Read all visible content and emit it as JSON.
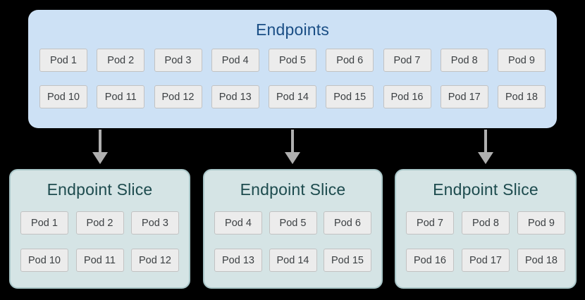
{
  "endpoints": {
    "title": "Endpoints",
    "pods": [
      "Pod 1",
      "Pod 2",
      "Pod 3",
      "Pod 4",
      "Pod 5",
      "Pod 6",
      "Pod 7",
      "Pod 8",
      "Pod 9",
      "Pod 10",
      "Pod 11",
      "Pod 12",
      "Pod 13",
      "Pod 14",
      "Pod 15",
      "Pod 16",
      "Pod 17",
      "Pod 18"
    ]
  },
  "slices": [
    {
      "title": "Endpoint Slice",
      "pods": [
        "Pod 1",
        "Pod 2",
        "Pod 3",
        "Pod 10",
        "Pod 11",
        "Pod 12"
      ]
    },
    {
      "title": "Endpoint Slice",
      "pods": [
        "Pod 4",
        "Pod 5",
        "Pod 6",
        "Pod 13",
        "Pod 14",
        "Pod 15"
      ]
    },
    {
      "title": "Endpoint Slice",
      "pods": [
        "Pod 7",
        "Pod 8",
        "Pod 9",
        "Pod 16",
        "Pod 17",
        "Pod 18"
      ]
    }
  ],
  "colors": {
    "background": "#000000",
    "endpoints_fill": "#cde1f5",
    "endpoints_title": "#1a4e85",
    "slice_fill": "#d5e4e5",
    "slice_border": "#a9c6c8",
    "slice_title": "#1d4b4e",
    "pod_fill": "#ececec",
    "pod_border": "#c2c2c2",
    "pod_text": "#3c4043",
    "arrow": "#b0b0b0"
  }
}
